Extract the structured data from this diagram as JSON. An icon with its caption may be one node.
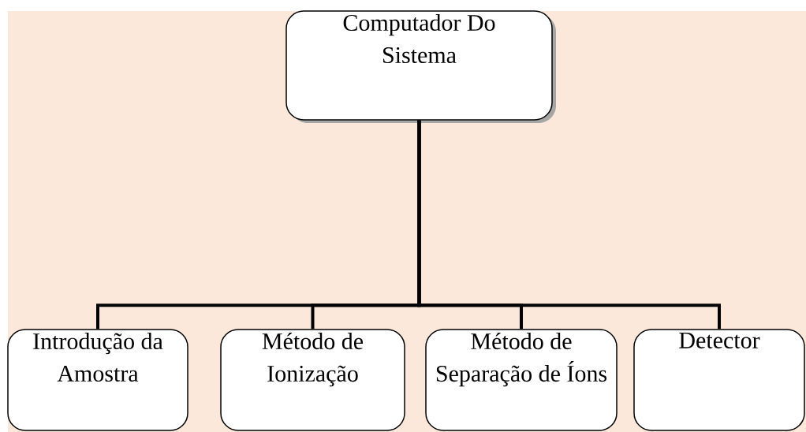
{
  "diagram": {
    "nodes": [
      {
        "text": [
          "Computador Do Sistema"
        ]
      },
      {
        "text": [
          "Introdução da Amostra"
        ]
      },
      {
        "text": [
          "Método de Ionização"
        ]
      },
      {
        "text": [
          "Método de Separação de Íons"
        ]
      },
      {
        "text": [
          "Detector"
        ]
      }
    ],
    "edges": [
      {
        "from": 0,
        "to": 1,
        "arrow": "none"
      },
      {
        "from": 0,
        "to": 2,
        "arrow": "none"
      },
      {
        "from": 0,
        "to": 3,
        "arrow": "none"
      },
      {
        "from": 0,
        "to": 4,
        "arrow": "none"
      }
    ]
  }
}
